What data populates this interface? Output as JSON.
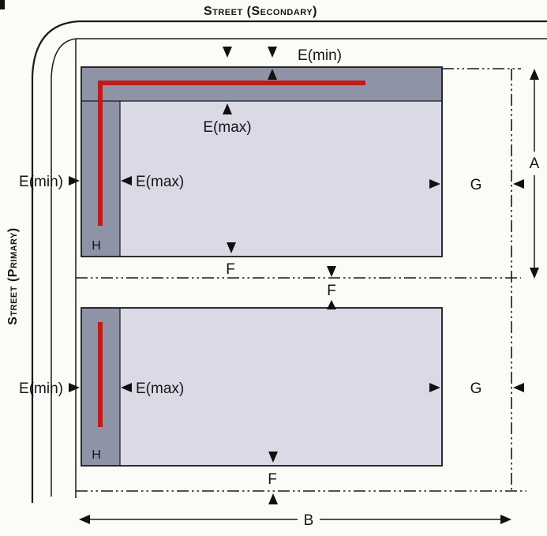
{
  "streets": {
    "secondary": "Street (Secondary)",
    "primary": "Street (Primary)"
  },
  "dims": {
    "e_min": "E(min)",
    "e_max": "E(max)",
    "a": "A",
    "b": "B",
    "f": "F",
    "g": "G",
    "h": "H"
  },
  "colors": {
    "build_to_band": "#8e93a6",
    "parcel_body": "#d9dae6",
    "frontage_line": "#c11a1a"
  }
}
